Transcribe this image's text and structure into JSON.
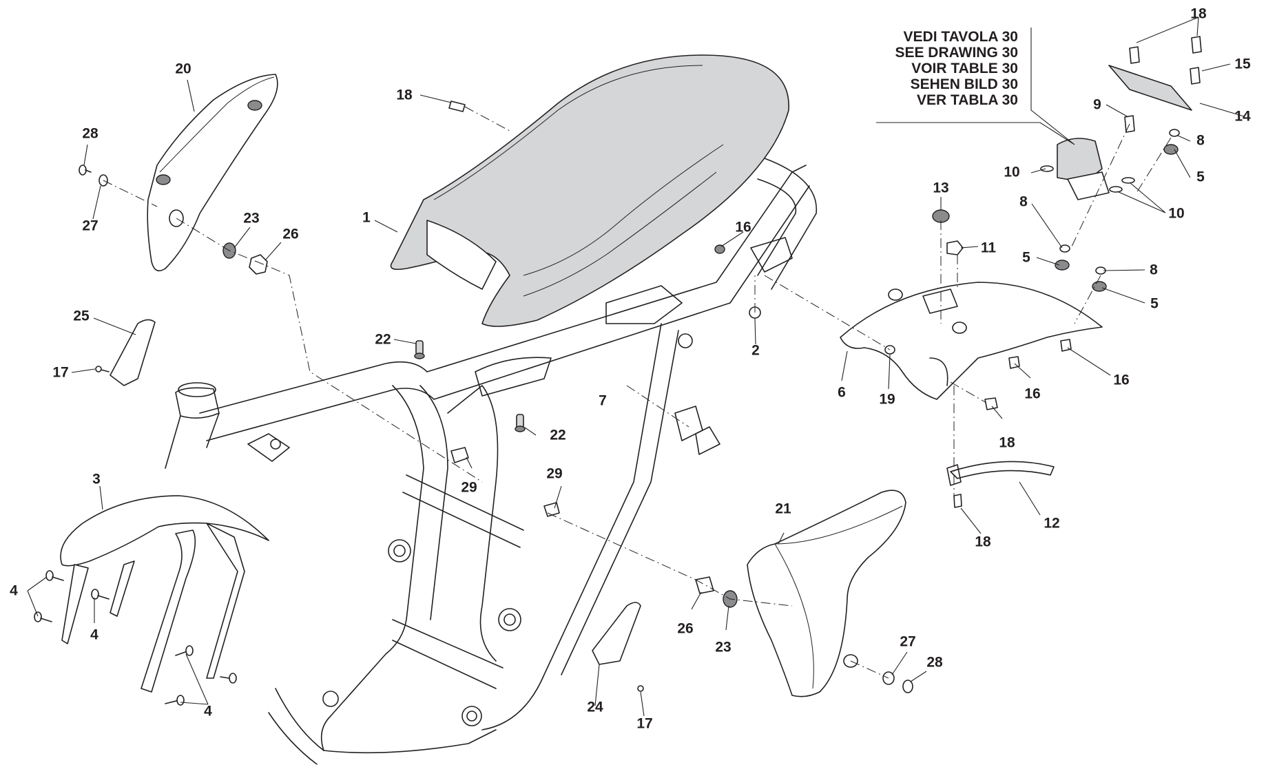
{
  "diagram": {
    "title": "Frame / Seat / Fenders exploded parts view",
    "reference_note": {
      "lines": [
        "VEDI TAVOLA 30",
        "SEE DRAWING 30",
        "VOIR TABLE 30",
        "SEHEN BILD 30",
        "VER TABLA 30"
      ]
    },
    "callouts": [
      {
        "id": "c1",
        "label": "1",
        "part": "seat"
      },
      {
        "id": "c2",
        "label": "2",
        "part": "nut"
      },
      {
        "id": "c3",
        "label": "3",
        "part": "front-fender"
      },
      {
        "id": "c4a",
        "label": "4",
        "part": "screw"
      },
      {
        "id": "c4b",
        "label": "4",
        "part": "screw"
      },
      {
        "id": "c4c",
        "label": "4",
        "part": "screw"
      },
      {
        "id": "c5a",
        "label": "5",
        "part": "rubber-grommet"
      },
      {
        "id": "c5b",
        "label": "5",
        "part": "rubber-grommet"
      },
      {
        "id": "c5c",
        "label": "5",
        "part": "rubber-grommet"
      },
      {
        "id": "c6",
        "label": "6",
        "part": "rear-fender"
      },
      {
        "id": "c7",
        "label": "7",
        "part": "screw"
      },
      {
        "id": "c8a",
        "label": "8",
        "part": "spacer"
      },
      {
        "id": "c8b",
        "label": "8",
        "part": "spacer"
      },
      {
        "id": "c8c",
        "label": "8",
        "part": "spacer"
      },
      {
        "id": "c9",
        "label": "9",
        "part": "screw"
      },
      {
        "id": "c10a",
        "label": "10",
        "part": "clip"
      },
      {
        "id": "c10b",
        "label": "10",
        "part": "clip"
      },
      {
        "id": "c11",
        "label": "11",
        "part": "flange-nut"
      },
      {
        "id": "c12",
        "label": "12",
        "part": "rear-fender-strip"
      },
      {
        "id": "c13",
        "label": "13",
        "part": "rubber-grommet"
      },
      {
        "id": "c14",
        "label": "14",
        "part": "plate"
      },
      {
        "id": "c15",
        "label": "15",
        "part": "screw"
      },
      {
        "id": "c16a",
        "label": "16",
        "part": "nut"
      },
      {
        "id": "c16b",
        "label": "16",
        "part": "nut"
      },
      {
        "id": "c16c",
        "label": "16",
        "part": "nut"
      },
      {
        "id": "c17a",
        "label": "17",
        "part": "screw"
      },
      {
        "id": "c17b",
        "label": "17",
        "part": "screw"
      },
      {
        "id": "c18a",
        "label": "18",
        "part": "screw"
      },
      {
        "id": "c18b",
        "label": "18",
        "part": "screw"
      },
      {
        "id": "c18c",
        "label": "18",
        "part": "screw"
      },
      {
        "id": "c18d",
        "label": "18",
        "part": "screw"
      },
      {
        "id": "c19",
        "label": "19",
        "part": "washer"
      },
      {
        "id": "c20",
        "label": "20",
        "part": "left-side-panel"
      },
      {
        "id": "c21",
        "label": "21",
        "part": "right-side-panel"
      },
      {
        "id": "c22a",
        "label": "22",
        "part": "pin"
      },
      {
        "id": "c22b",
        "label": "22",
        "part": "pin"
      },
      {
        "id": "c23a",
        "label": "23",
        "part": "rubber-grommet"
      },
      {
        "id": "c23b",
        "label": "23",
        "part": "rubber-grommet"
      },
      {
        "id": "c24",
        "label": "24",
        "part": "right-bracket"
      },
      {
        "id": "c25",
        "label": "25",
        "part": "left-bracket"
      },
      {
        "id": "c26a",
        "label": "26",
        "part": "spacer"
      },
      {
        "id": "c26b",
        "label": "26",
        "part": "spacer"
      },
      {
        "id": "c27a",
        "label": "27",
        "part": "washer"
      },
      {
        "id": "c27b",
        "label": "27",
        "part": "washer"
      },
      {
        "id": "c28a",
        "label": "28",
        "part": "screw"
      },
      {
        "id": "c28b",
        "label": "28",
        "part": "screw"
      },
      {
        "id": "c29a",
        "label": "29",
        "part": "clip-nut"
      },
      {
        "id": "c29b",
        "label": "29",
        "part": "clip-nut"
      }
    ]
  }
}
